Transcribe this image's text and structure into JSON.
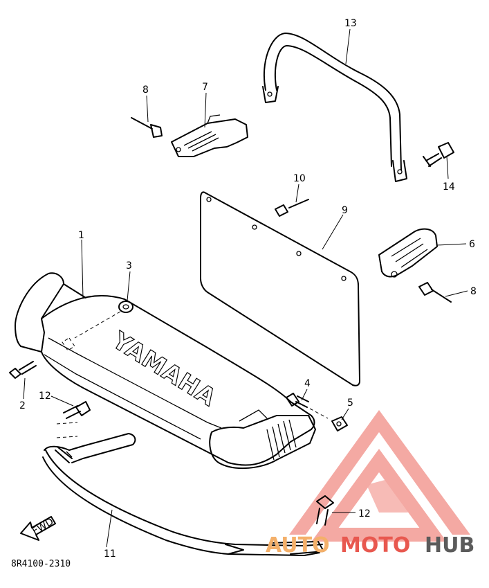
{
  "diagram": {
    "embossed_text": "YAMAHA",
    "direction_marker": "FWD",
    "drawing_code": "8R4100-2310",
    "callouts": {
      "c1": "1",
      "c2": "2",
      "c3": "3",
      "c4": "4",
      "c5": "5",
      "c6": "6",
      "c7": "7",
      "c8a": "8",
      "c8b": "8",
      "c9": "9",
      "c10": "10",
      "c11": "11",
      "c12a": "12",
      "c12b": "12",
      "c13": "13",
      "c14": "14"
    }
  },
  "watermark": {
    "text_auto": "AUTO",
    "text_moto": "MOTO",
    "text_hub": "HUB",
    "colors": {
      "red": "#e8584f",
      "pink": "#f4a29c",
      "orange": "#f4b06a",
      "gray": "#5b5b5b"
    }
  }
}
